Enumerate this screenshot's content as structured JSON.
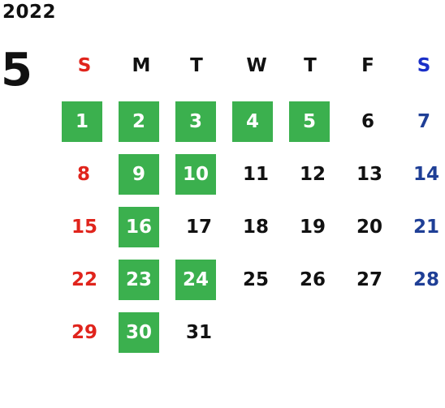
{
  "calendar": {
    "year": "2022",
    "month": "5",
    "weekdays": [
      "S",
      "M",
      "T",
      "W",
      "T",
      "F",
      "S"
    ],
    "days": [
      {
        "label": "1",
        "highlighted": true
      },
      {
        "label": "2",
        "highlighted": true
      },
      {
        "label": "3",
        "highlighted": true
      },
      {
        "label": "4",
        "highlighted": true
      },
      {
        "label": "5",
        "highlighted": true
      },
      {
        "label": "6",
        "highlighted": false
      },
      {
        "label": "7",
        "highlighted": false
      },
      {
        "label": "8",
        "highlighted": false
      },
      {
        "label": "9",
        "highlighted": true
      },
      {
        "label": "10",
        "highlighted": true
      },
      {
        "label": "11",
        "highlighted": false
      },
      {
        "label": "12",
        "highlighted": false
      },
      {
        "label": "13",
        "highlighted": false
      },
      {
        "label": "14",
        "highlighted": false
      },
      {
        "label": "15",
        "highlighted": false
      },
      {
        "label": "16",
        "highlighted": true
      },
      {
        "label": "17",
        "highlighted": false
      },
      {
        "label": "18",
        "highlighted": false
      },
      {
        "label": "19",
        "highlighted": false
      },
      {
        "label": "20",
        "highlighted": false
      },
      {
        "label": "21",
        "highlighted": false
      },
      {
        "label": "22",
        "highlighted": false
      },
      {
        "label": "23",
        "highlighted": true
      },
      {
        "label": "24",
        "highlighted": true
      },
      {
        "label": "25",
        "highlighted": false
      },
      {
        "label": "26",
        "highlighted": false
      },
      {
        "label": "27",
        "highlighted": false
      },
      {
        "label": "28",
        "highlighted": false
      },
      {
        "label": "29",
        "highlighted": false
      },
      {
        "label": "30",
        "highlighted": true
      },
      {
        "label": "31",
        "highlighted": false
      }
    ]
  },
  "colors": {
    "highlight": "#3bb04e",
    "sunday": "#e0241c",
    "saturday": "#1f3f96",
    "saturday_header": "#1a2fc8",
    "text": "#111111"
  }
}
